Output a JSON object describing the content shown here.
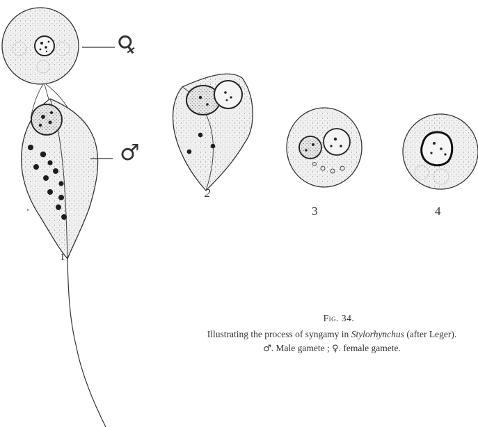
{
  "figure": {
    "labels": {
      "one": "1",
      "two": "2",
      "three": "3",
      "four": "4"
    },
    "symbols": {
      "female": "♀",
      "male": "♂"
    }
  },
  "caption": {
    "title": "Fig. 34.",
    "desc_before": "Illustrating the process of syngamy in ",
    "desc_italic": "Stylorhynchus",
    "desc_after": " (after Leger).",
    "male_symbol": "♂",
    "male_text": ". Male gamete ; ",
    "female_symbol": "♀",
    "female_text": ". female gamete."
  }
}
